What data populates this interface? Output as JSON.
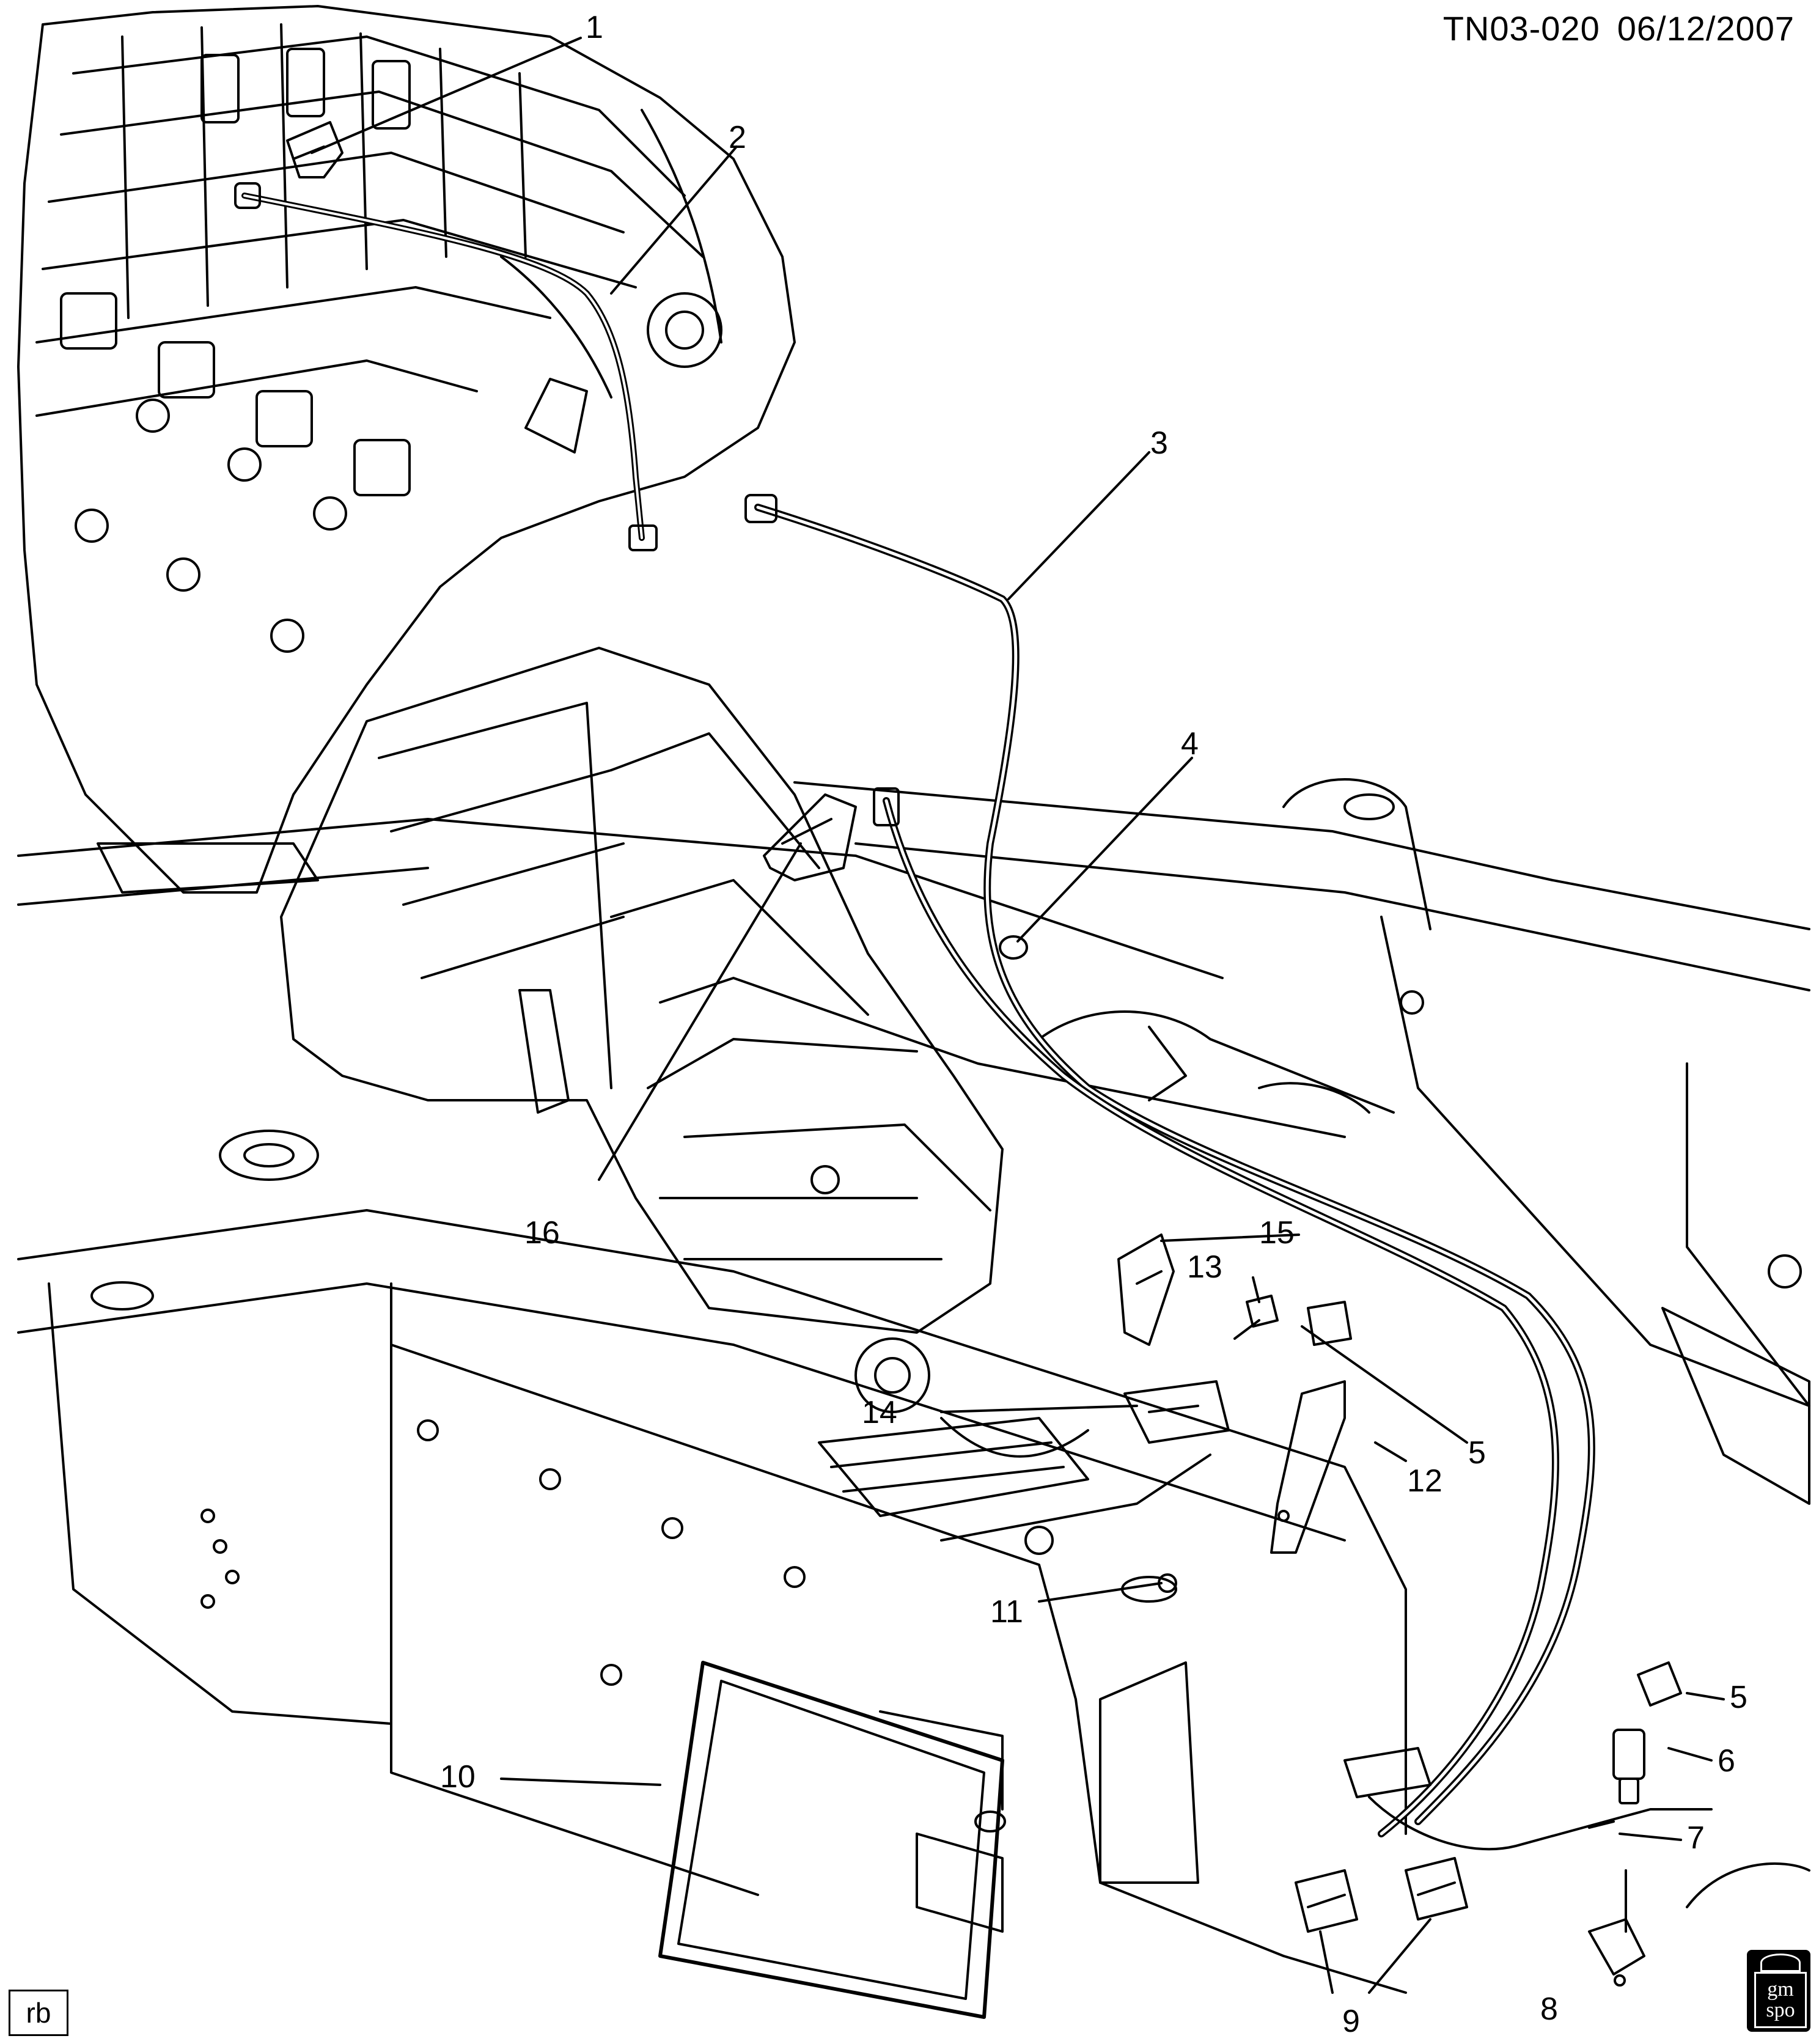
{
  "header": {
    "diagram_code": "TN03-020",
    "date": "06/12/2007"
  },
  "corner_tag": "rb",
  "logo": {
    "line1": "gm",
    "line2": "spo"
  },
  "callouts": [
    {
      "id": "c1",
      "label": "1"
    },
    {
      "id": "c2",
      "label": "2"
    },
    {
      "id": "c3",
      "label": "3"
    },
    {
      "id": "c4",
      "label": "4"
    },
    {
      "id": "c5a",
      "label": "5"
    },
    {
      "id": "c5b",
      "label": "5"
    },
    {
      "id": "c6",
      "label": "6"
    },
    {
      "id": "c7",
      "label": "7"
    },
    {
      "id": "c8",
      "label": "8"
    },
    {
      "id": "c9",
      "label": "9"
    },
    {
      "id": "c10",
      "label": "10"
    },
    {
      "id": "c11",
      "label": "11"
    },
    {
      "id": "c12",
      "label": "12"
    },
    {
      "id": "c13",
      "label": "13"
    },
    {
      "id": "c14",
      "label": "14"
    },
    {
      "id": "c15",
      "label": "15"
    },
    {
      "id": "c16",
      "label": "16"
    }
  ]
}
